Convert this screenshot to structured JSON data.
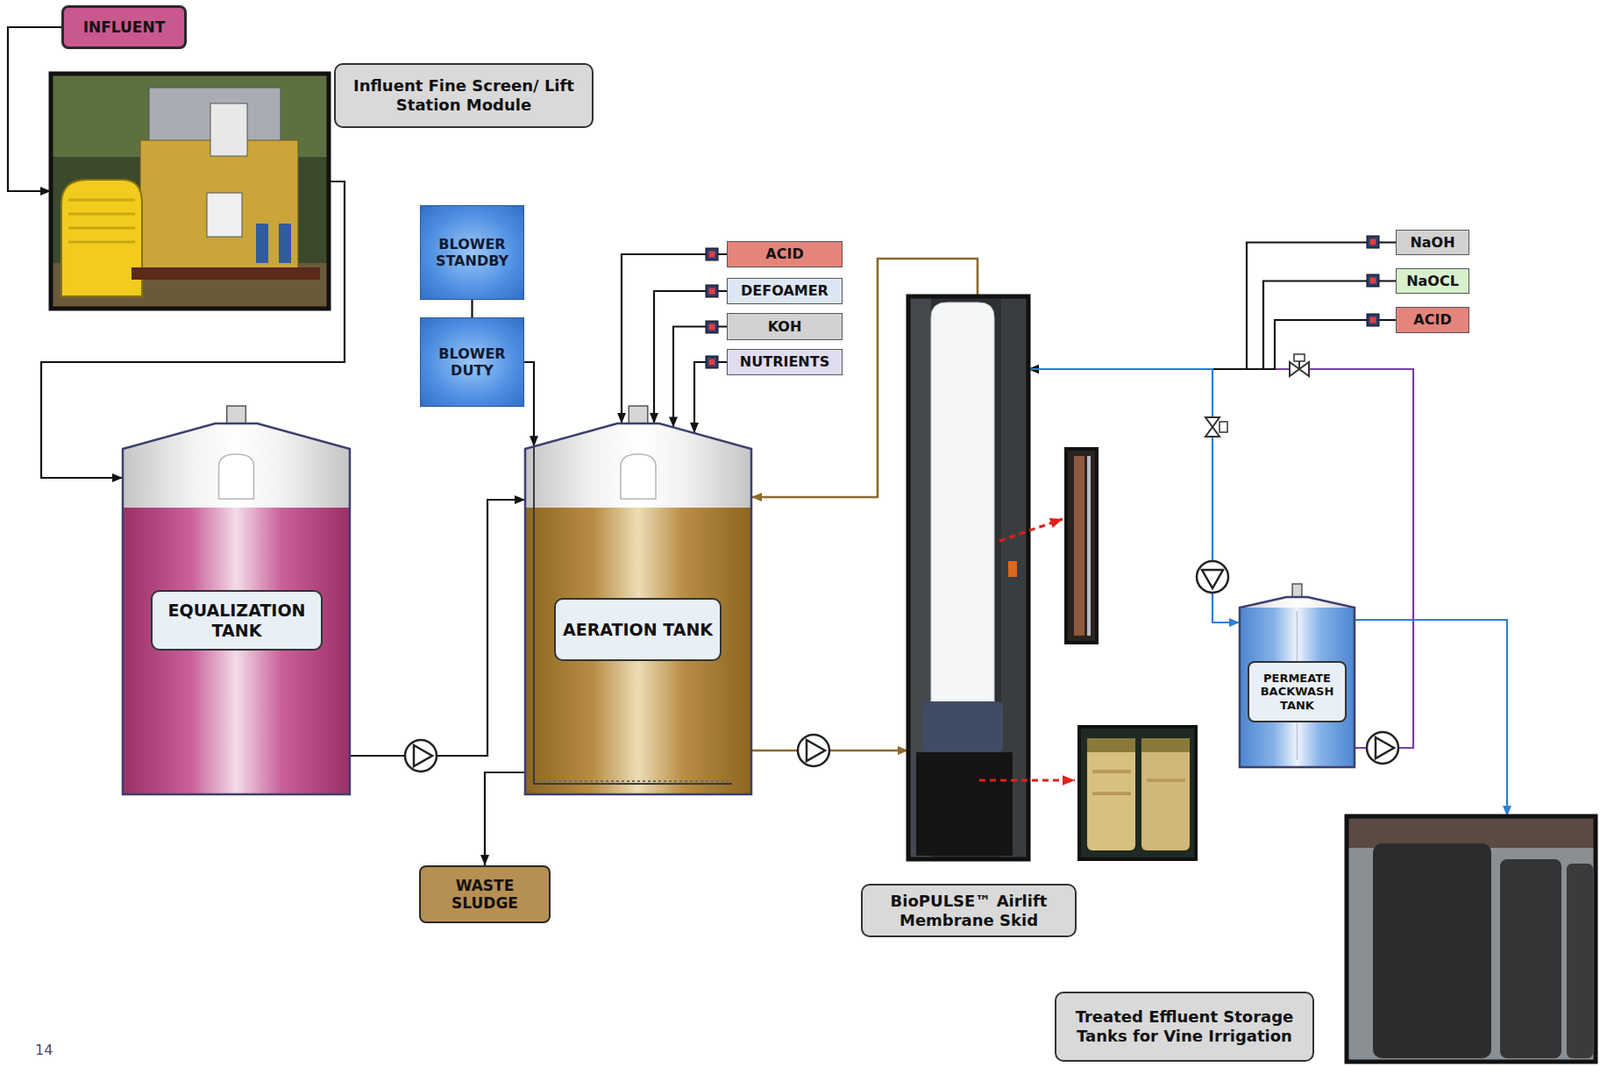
{
  "diagram": {
    "nodes": [
      {
        "text": [
          "INFLUENT"
        ]
      },
      {
        "text": [
          "Influent Fine Screen/ Lift Station Module"
        ]
      },
      {
        "text": [
          "BLOWER STANDBY"
        ]
      },
      {
        "text": [
          "BLOWER DUTY"
        ]
      },
      {
        "text": [
          "ACID"
        ]
      },
      {
        "text": [
          "DEFOAMER"
        ]
      },
      {
        "text": [
          "KOH"
        ]
      },
      {
        "text": [
          "NUTRIENTS"
        ]
      },
      {
        "text": [
          "NaOH"
        ]
      },
      {
        "text": [
          "NaOCL"
        ]
      },
      {
        "text": [
          "ACID"
        ]
      },
      {
        "text": [
          "EQUALIZATION TANK"
        ]
      },
      {
        "text": [
          "AERATION TANK"
        ]
      },
      {
        "text": [
          "BioPULSE™ Airlift Membrane Skid"
        ]
      },
      {
        "text": [
          "PERMEATE BACKWASH TANK"
        ]
      },
      {
        "text": [
          "WASTE SLUDGE"
        ]
      },
      {
        "text": [
          "Treated Effluent Storage Tanks for Vine Irrigation"
        ]
      }
    ],
    "edges": [
      {
        "from": 0,
        "to": 1,
        "arrow": "to"
      },
      {
        "from": 1,
        "to": 11,
        "arrow": "to"
      },
      {
        "from": 2,
        "to": 3,
        "arrow": "none"
      },
      {
        "from": 3,
        "to": 12,
        "arrow": "to"
      },
      {
        "from": 4,
        "to": 12,
        "arrow": "to"
      },
      {
        "from": 5,
        "to": 12,
        "arrow": "to"
      },
      {
        "from": 6,
        "to": 12,
        "arrow": "to"
      },
      {
        "from": 7,
        "to": 12,
        "arrow": "to"
      },
      {
        "from": 11,
        "to": 12,
        "arrow": "to"
      },
      {
        "from": 12,
        "to": 15,
        "arrow": "to"
      },
      {
        "from": 12,
        "to": 13,
        "arrow": "to"
      },
      {
        "from": 13,
        "to": 12,
        "arrow": "to"
      },
      {
        "from": 13,
        "to": 14,
        "arrow": "to"
      },
      {
        "from": 14,
        "to": 13,
        "arrow": "to"
      },
      {
        "from": 8,
        "to": 13,
        "arrow": "to"
      },
      {
        "from": 9,
        "to": 13,
        "arrow": "to"
      },
      {
        "from": 10,
        "to": 13,
        "arrow": "to"
      },
      {
        "from": 14,
        "to": 16,
        "arrow": "to"
      }
    ],
    "labels": [
      "14"
    ]
  }
}
